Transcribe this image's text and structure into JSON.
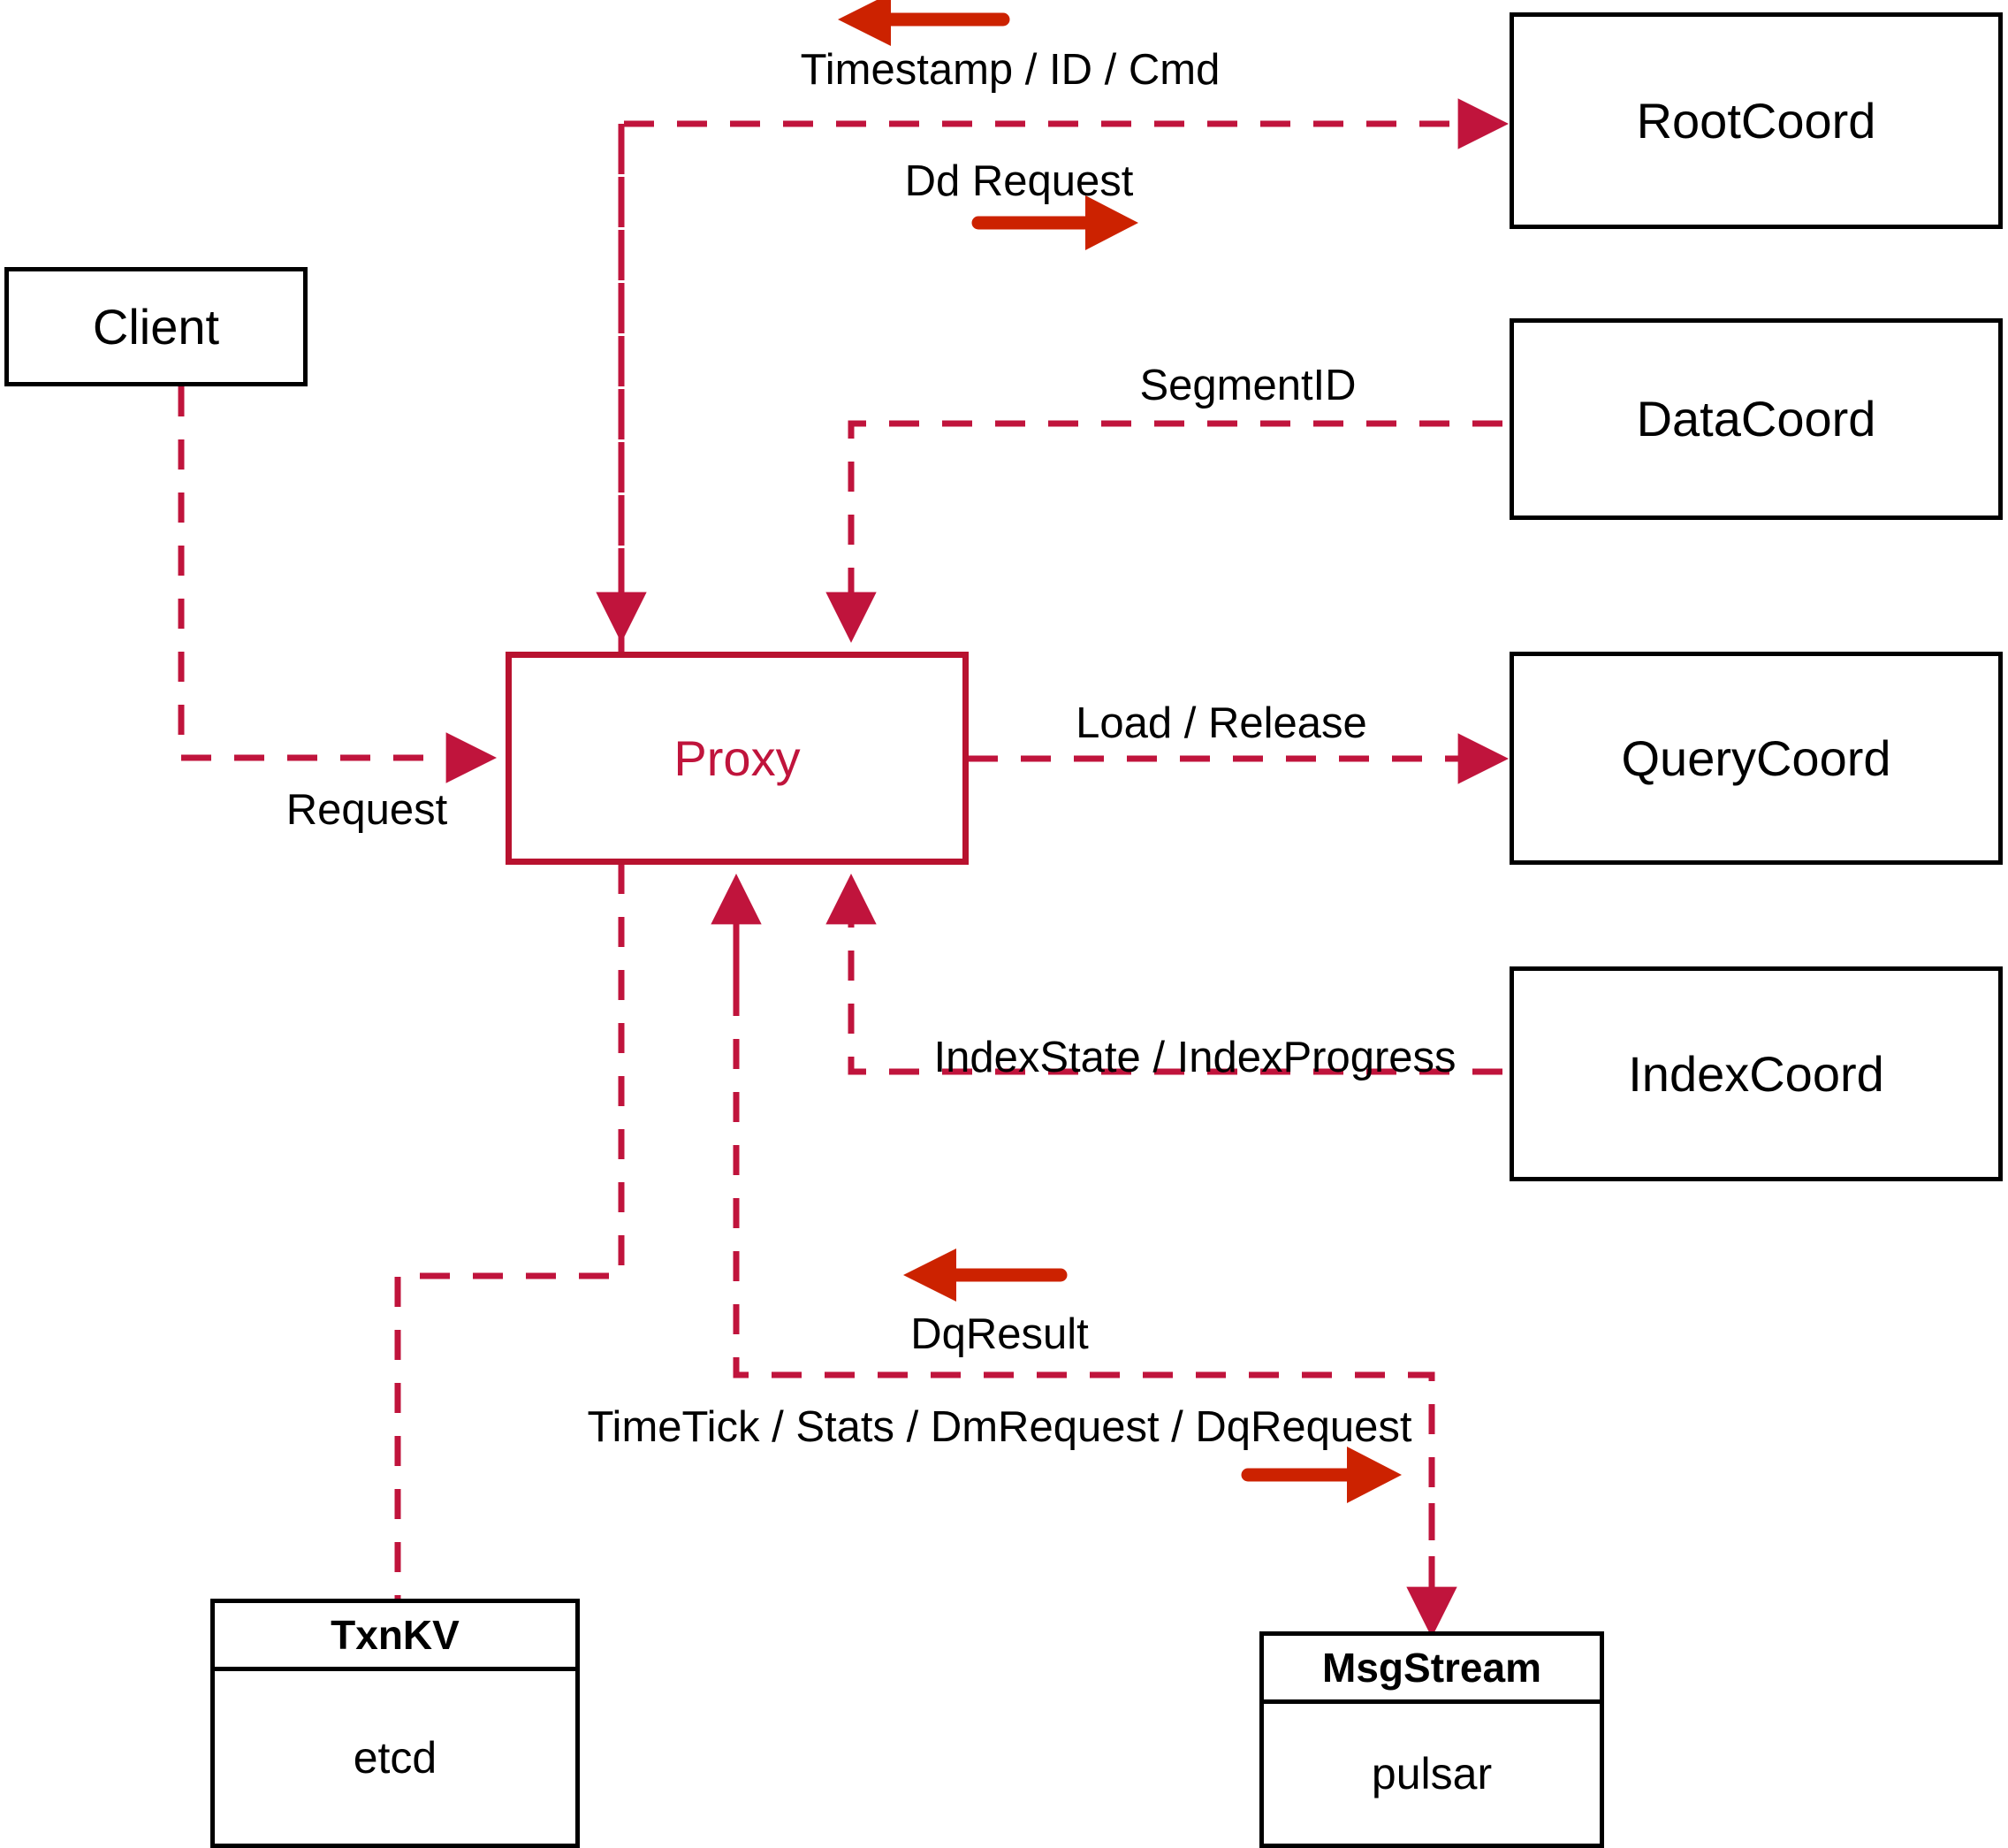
{
  "diagram": {
    "title": "Milvus Proxy interaction diagram",
    "colors": {
      "dashed_line": "#c0143c",
      "solid_arrow": "#cc2200",
      "proxy_border": "#b8122f",
      "proxy_text": "#c0143c",
      "node_border": "#000000",
      "background": "#ffffff"
    }
  },
  "nodes": [
    {
      "id": "client",
      "label": "Client",
      "style": "black"
    },
    {
      "id": "proxy",
      "label": "Proxy",
      "style": "redbox"
    },
    {
      "id": "rootcoord",
      "label": "RootCoord",
      "style": "black"
    },
    {
      "id": "datacoord",
      "label": "DataCoord",
      "style": "black"
    },
    {
      "id": "querycoord",
      "label": "QueryCoord",
      "style": "black"
    },
    {
      "id": "indexcoord",
      "label": "IndexCoord",
      "style": "black"
    }
  ],
  "split_nodes": [
    {
      "id": "txnkv",
      "title": "TxnKV",
      "body": "etcd"
    },
    {
      "id": "msgstream",
      "title": "MsgStream",
      "body": "pulsar"
    }
  ],
  "edge_labels": [
    {
      "id": "timestamp-id-cmd",
      "text": "Timestamp / ID / Cmd",
      "from": "rootcoord",
      "to": "proxy"
    },
    {
      "id": "dd-request",
      "text": "Dd Request",
      "from": "proxy",
      "to": "rootcoord"
    },
    {
      "id": "segmentid",
      "text": "SegmentID",
      "from": "datacoord",
      "to": "proxy"
    },
    {
      "id": "request",
      "text": "Request",
      "from": "client",
      "to": "proxy"
    },
    {
      "id": "load-release",
      "text": "Load / Release",
      "from": "proxy",
      "to": "querycoord"
    },
    {
      "id": "indexstate",
      "text": "IndexState / IndexProgress",
      "from": "indexcoord",
      "to": "proxy"
    },
    {
      "id": "dqresult",
      "text": "DqResult",
      "from": "msgstream",
      "to": "proxy"
    },
    {
      "id": "timetick",
      "text": "TimeTick / Stats / DmRequest / DqRequest",
      "from": "proxy",
      "to": "msgstream"
    }
  ]
}
